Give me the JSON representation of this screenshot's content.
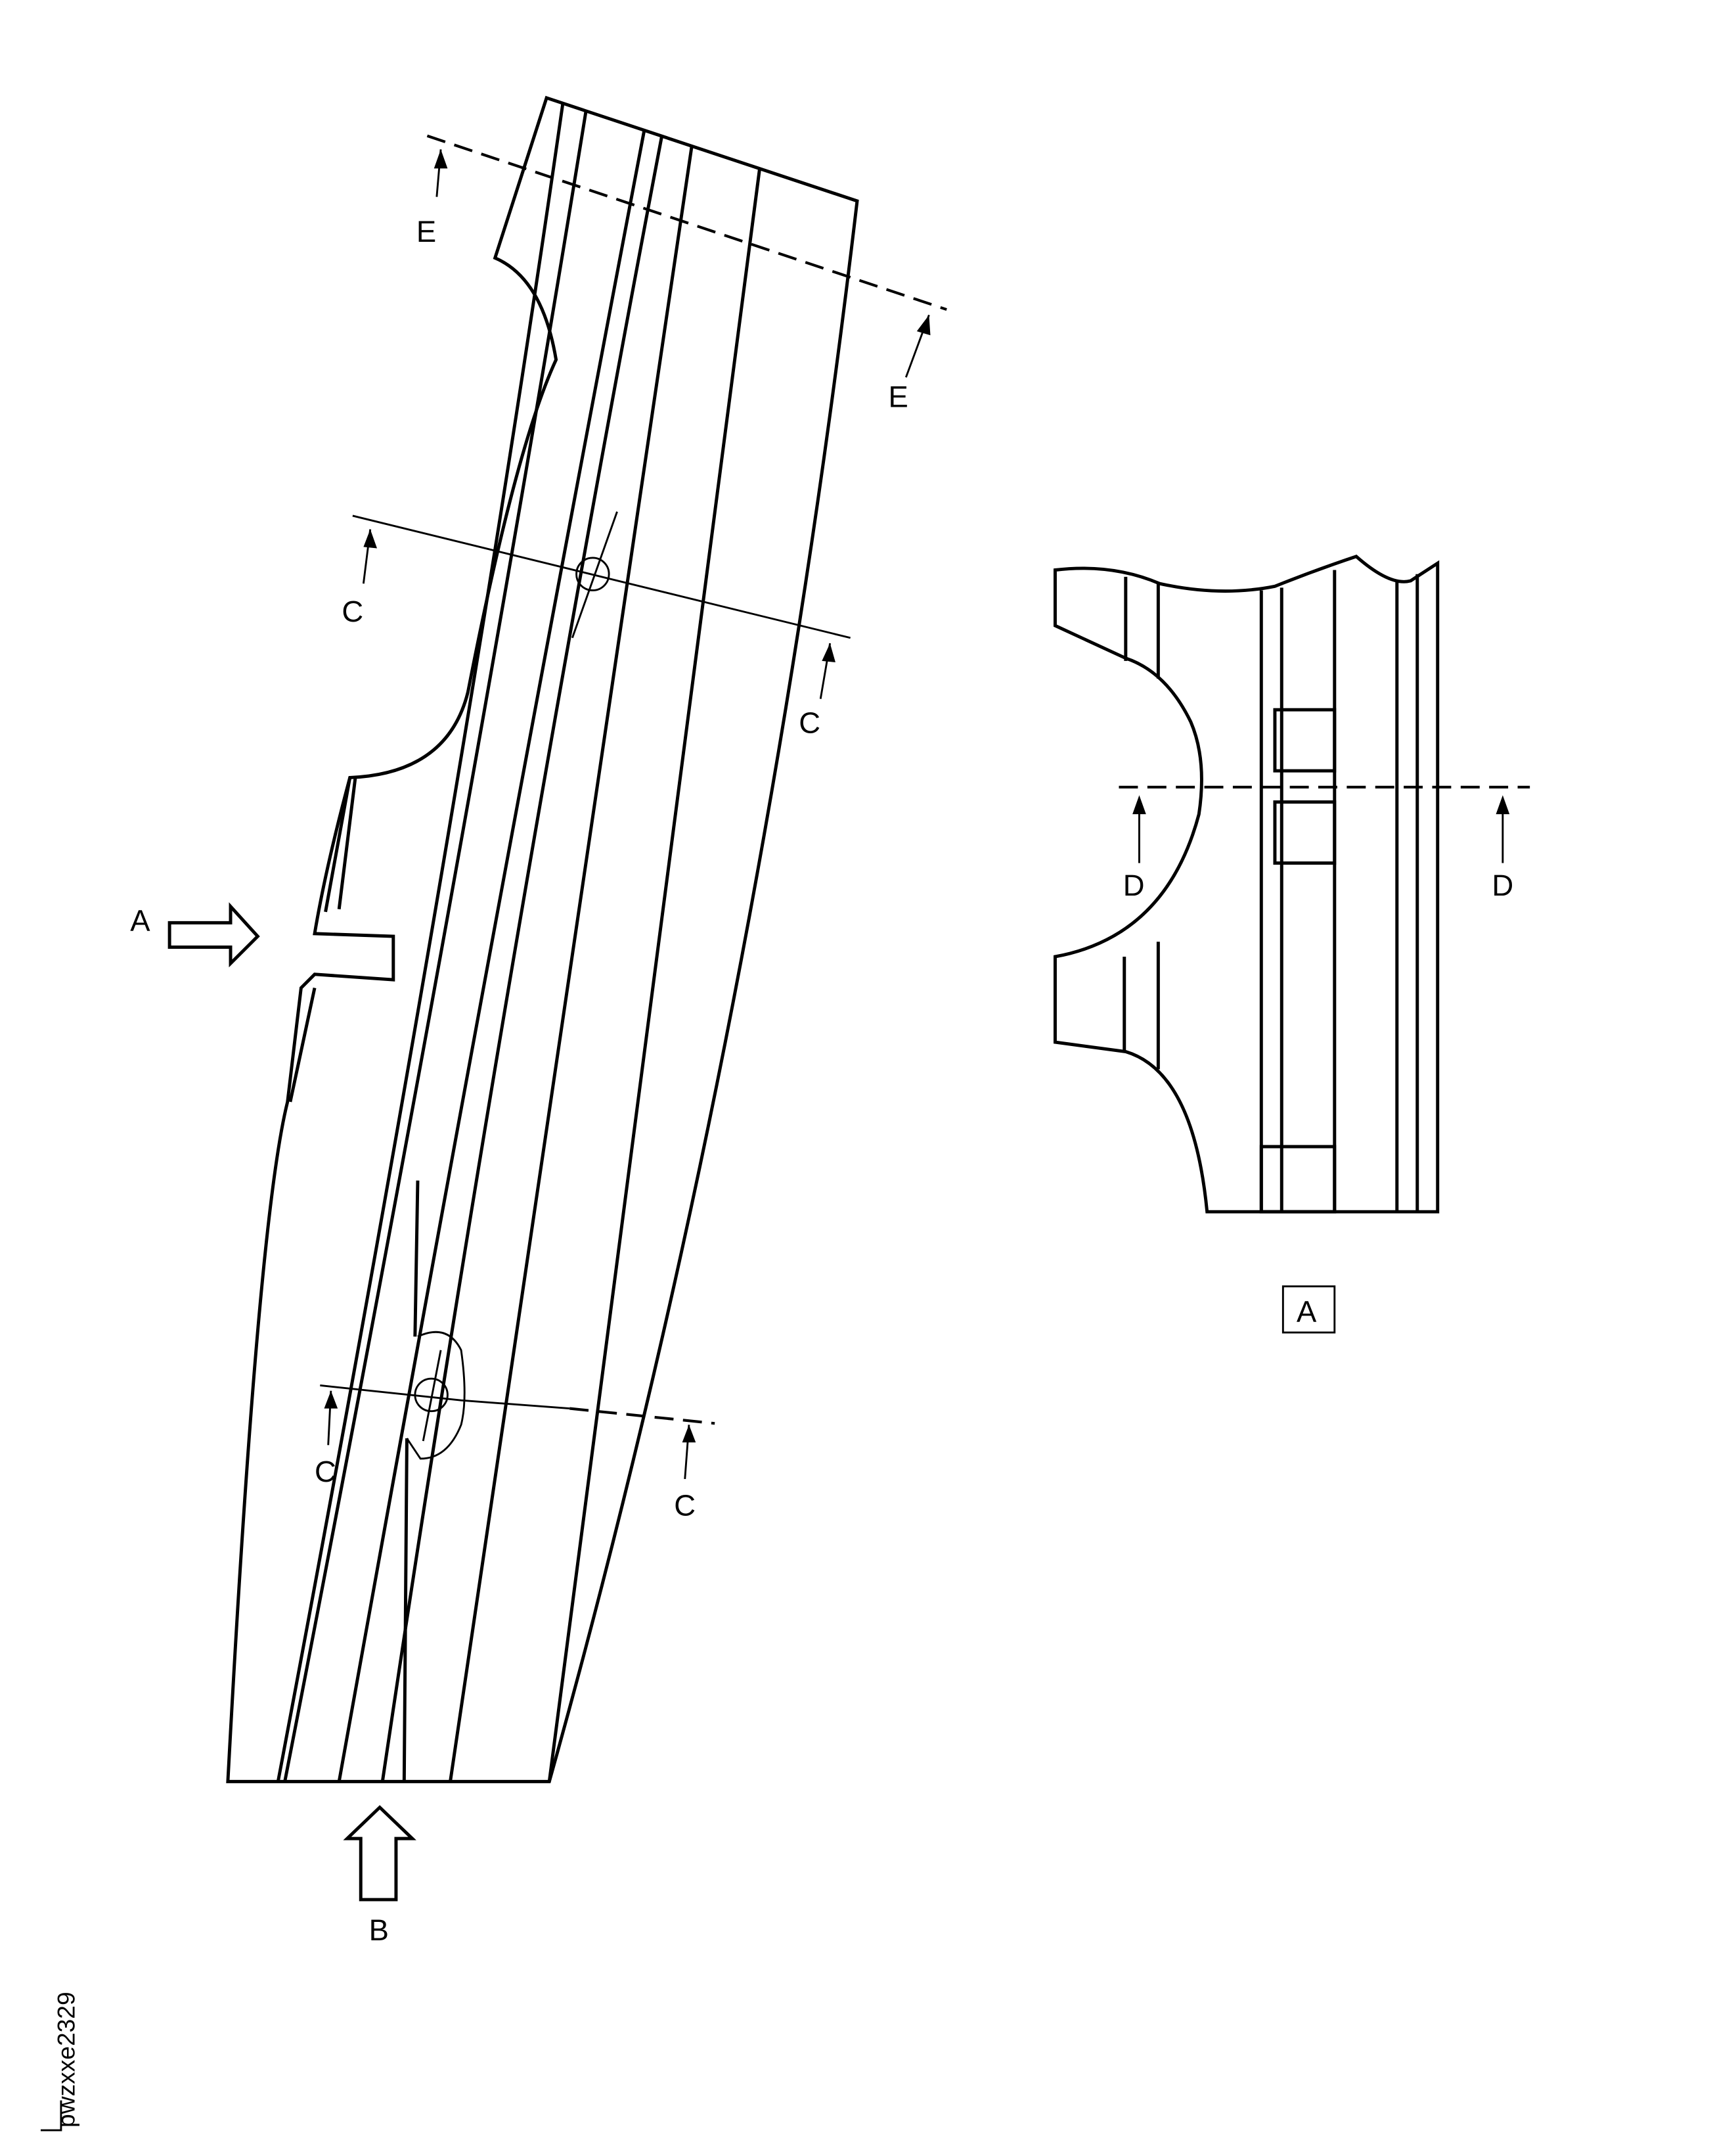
{
  "figure_id": "pwzxxe2329",
  "labels": {
    "view_a_arrow": "A",
    "view_b_arrow": "B",
    "section_e": "E",
    "section_c": "C",
    "section_d": "D",
    "detail_box": "A"
  },
  "colors": {
    "ink": "#000000",
    "background": "#ffffff"
  }
}
